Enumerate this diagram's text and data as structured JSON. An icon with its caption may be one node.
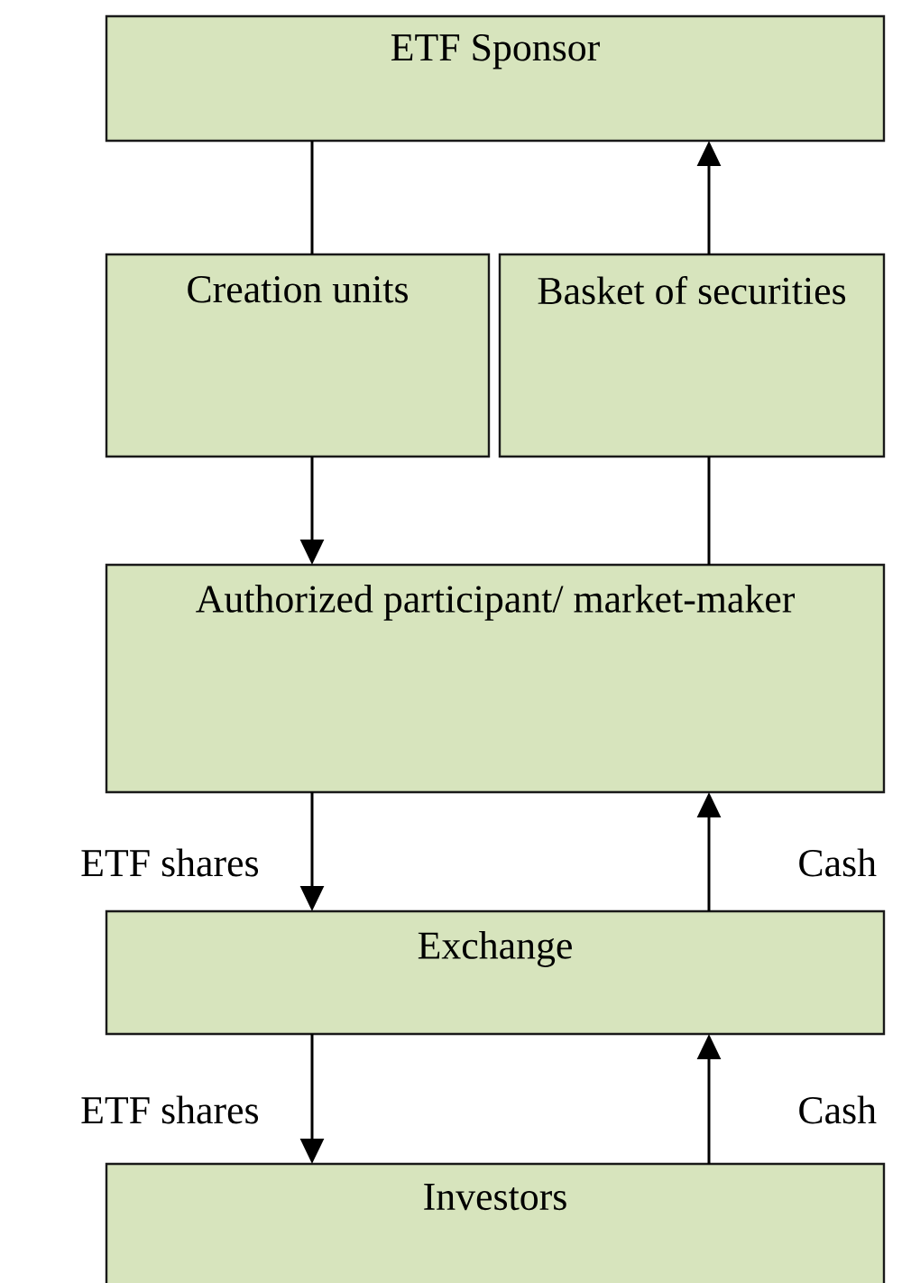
{
  "diagram": {
    "nodes": [
      {
        "text": [
          "ETF Sponsor"
        ]
      },
      {
        "text": [
          "Creation units"
        ]
      },
      {
        "text": [
          "Basket of securities"
        ]
      },
      {
        "text": [
          "Authorized participant/ market-maker"
        ]
      },
      {
        "text": [
          "Exchange"
        ]
      },
      {
        "text": [
          "Investors"
        ]
      }
    ],
    "edges": [
      {
        "from": 0,
        "to": 1,
        "arrow": "none"
      },
      {
        "from": 2,
        "to": 0,
        "arrow": "to"
      },
      {
        "from": 1,
        "to": 3,
        "arrow": "to"
      },
      {
        "from": 3,
        "to": 2,
        "arrow": "none"
      },
      {
        "from": 3,
        "to": 4,
        "arrow": "to",
        "label": "ETF shares"
      },
      {
        "from": 4,
        "to": 3,
        "arrow": "to",
        "label": "Cash"
      },
      {
        "from": 4,
        "to": 5,
        "arrow": "to",
        "label": "ETF shares"
      },
      {
        "from": 5,
        "to": 4,
        "arrow": "to",
        "label": "Cash"
      }
    ]
  }
}
